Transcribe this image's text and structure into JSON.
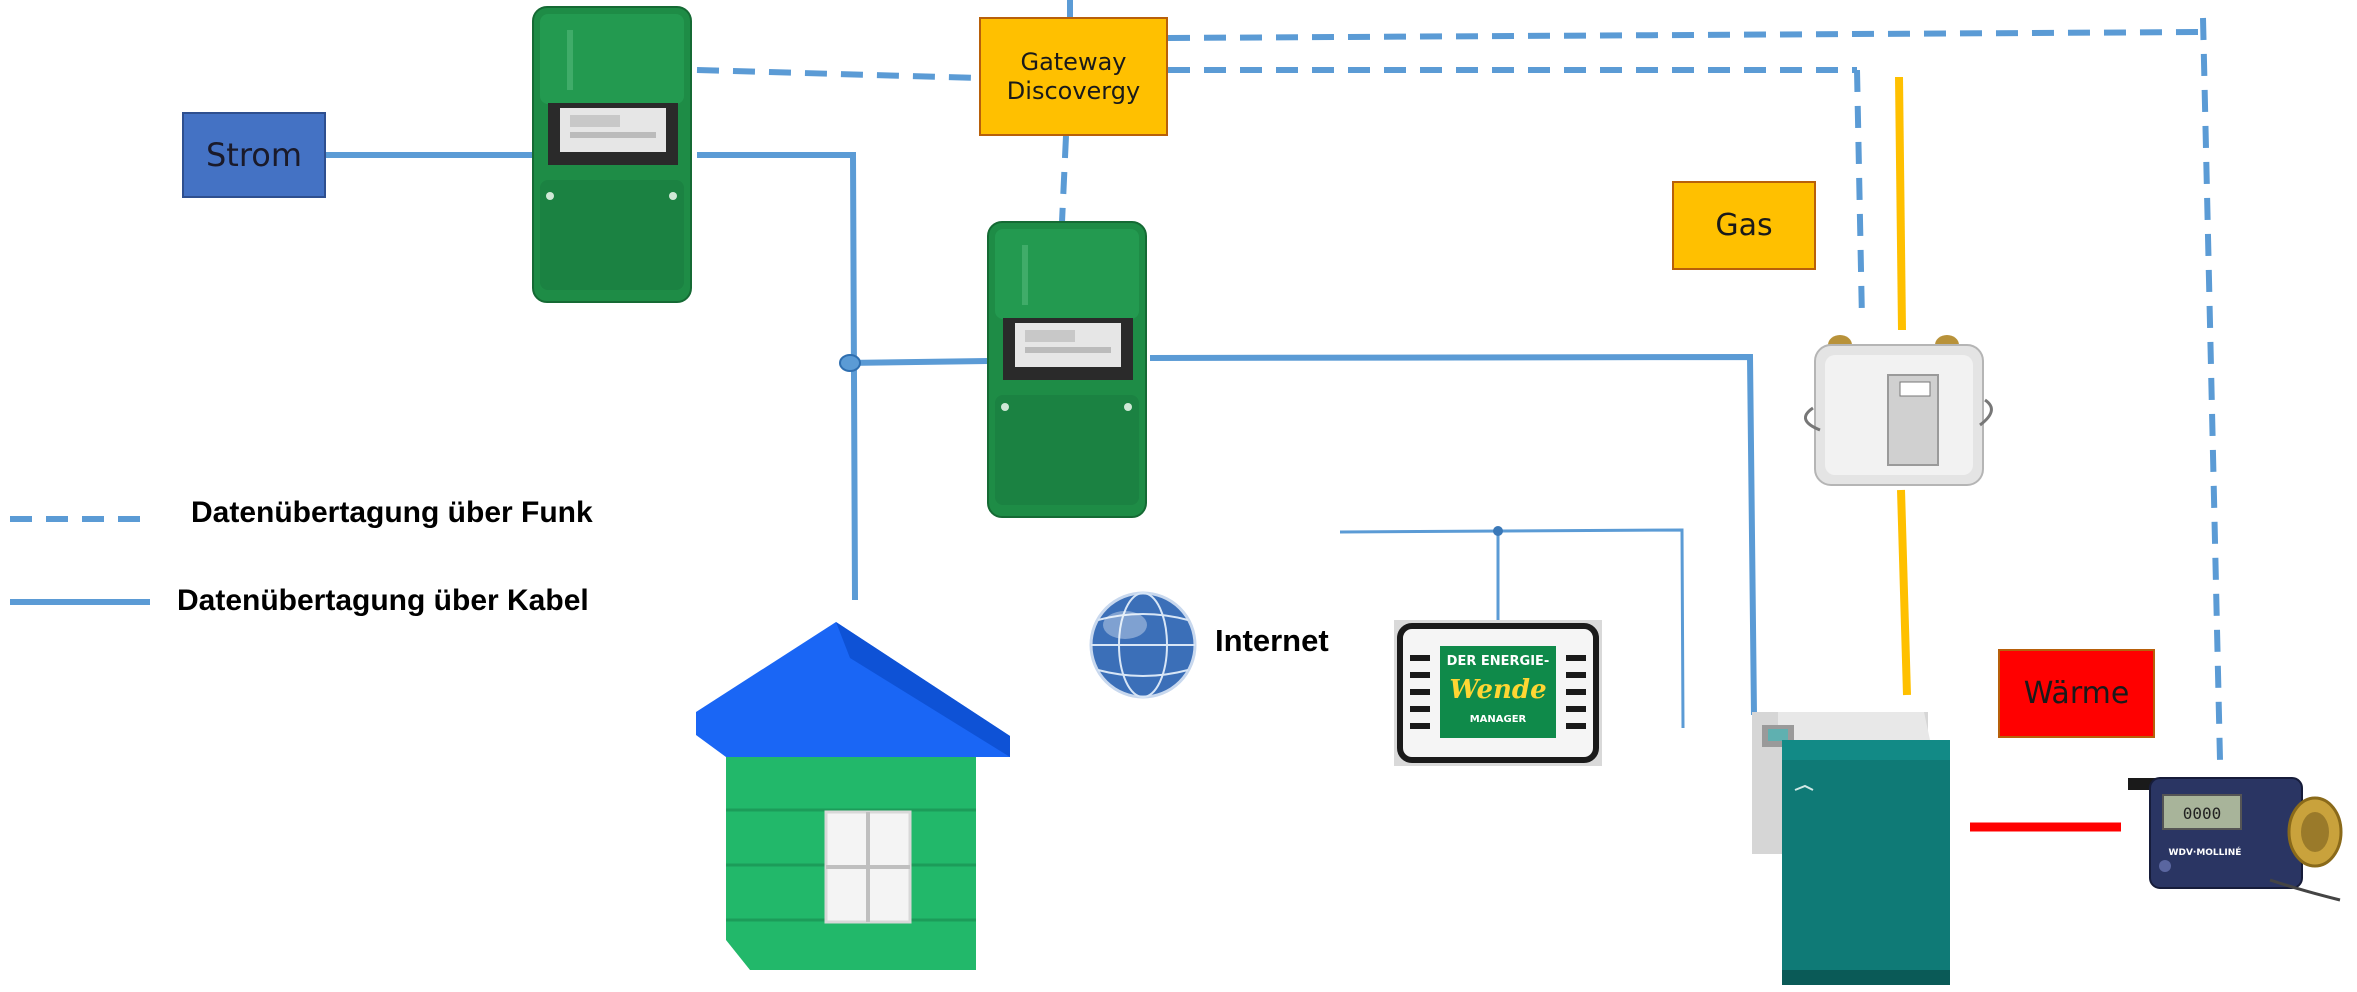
{
  "colors": {
    "line_blue": "#5b9bd5",
    "strom_fill": "#4472c4",
    "orange_fill": "#ffc000",
    "gas_line": "#ffc000",
    "waerme_fill": "#ff0000",
    "meter_green": "#1e8c46",
    "house_roof": "#1a66f5",
    "house_wall": "#22b86a",
    "boiler_teal": "#0f7a76"
  },
  "nodes": {
    "strom": "Strom",
    "gateway": "Gateway\nDiscovergy",
    "gas": "Gas",
    "waerme": "Wärme",
    "internet": "Internet"
  },
  "legend": {
    "funk": "Datenübertagung über Funk",
    "kabel": "Datenübertagung über Kabel"
  },
  "device_text": {
    "energy_manager_line1": "DER ENERGIE-",
    "energy_manager_line2": "Wende",
    "energy_manager_line3": "MANAGER",
    "heat_meter_brand": "WDV·MOLLINÉ",
    "heat_meter_display": "0000"
  },
  "icons": [
    "electricity-meter-icon",
    "gas-meter-icon",
    "house-icon",
    "globe-icon",
    "energy-manager-icon",
    "boiler-icon",
    "heat-meter-icon"
  ]
}
